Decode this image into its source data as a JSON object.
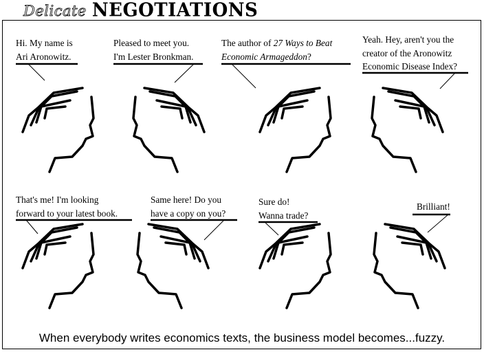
{
  "title": {
    "script_word": "Delicate",
    "bold_word": "NEGOTIATIONS"
  },
  "bubbles": [
    {
      "lines": [
        "Hi. My name is",
        "Ari Aronowitz."
      ]
    },
    {
      "lines": [
        "Pleased to meet you.",
        "I'm Lester Bronkman."
      ]
    },
    {
      "line1_plain": "The author of ",
      "line1_italic": "27 Ways to Beat",
      "line2_italic": "Economic Armageddon",
      "line2_plain": "?"
    },
    {
      "lines": [
        "Yeah. Hey, aren't you the",
        "creator of the Aronowitz",
        "Economic Disease Index?"
      ]
    },
    {
      "lines": [
        "That's me! I'm looking",
        "forward to your latest book."
      ]
    },
    {
      "lines": [
        "Same here! Do you",
        "have a copy on you?"
      ]
    },
    {
      "lines": [
        "Sure do!",
        "Wanna trade?"
      ]
    },
    {
      "lines": [
        "Brilliant!"
      ]
    }
  ],
  "caption": "When everybody writes economics texts, the business model becomes...fuzzy."
}
